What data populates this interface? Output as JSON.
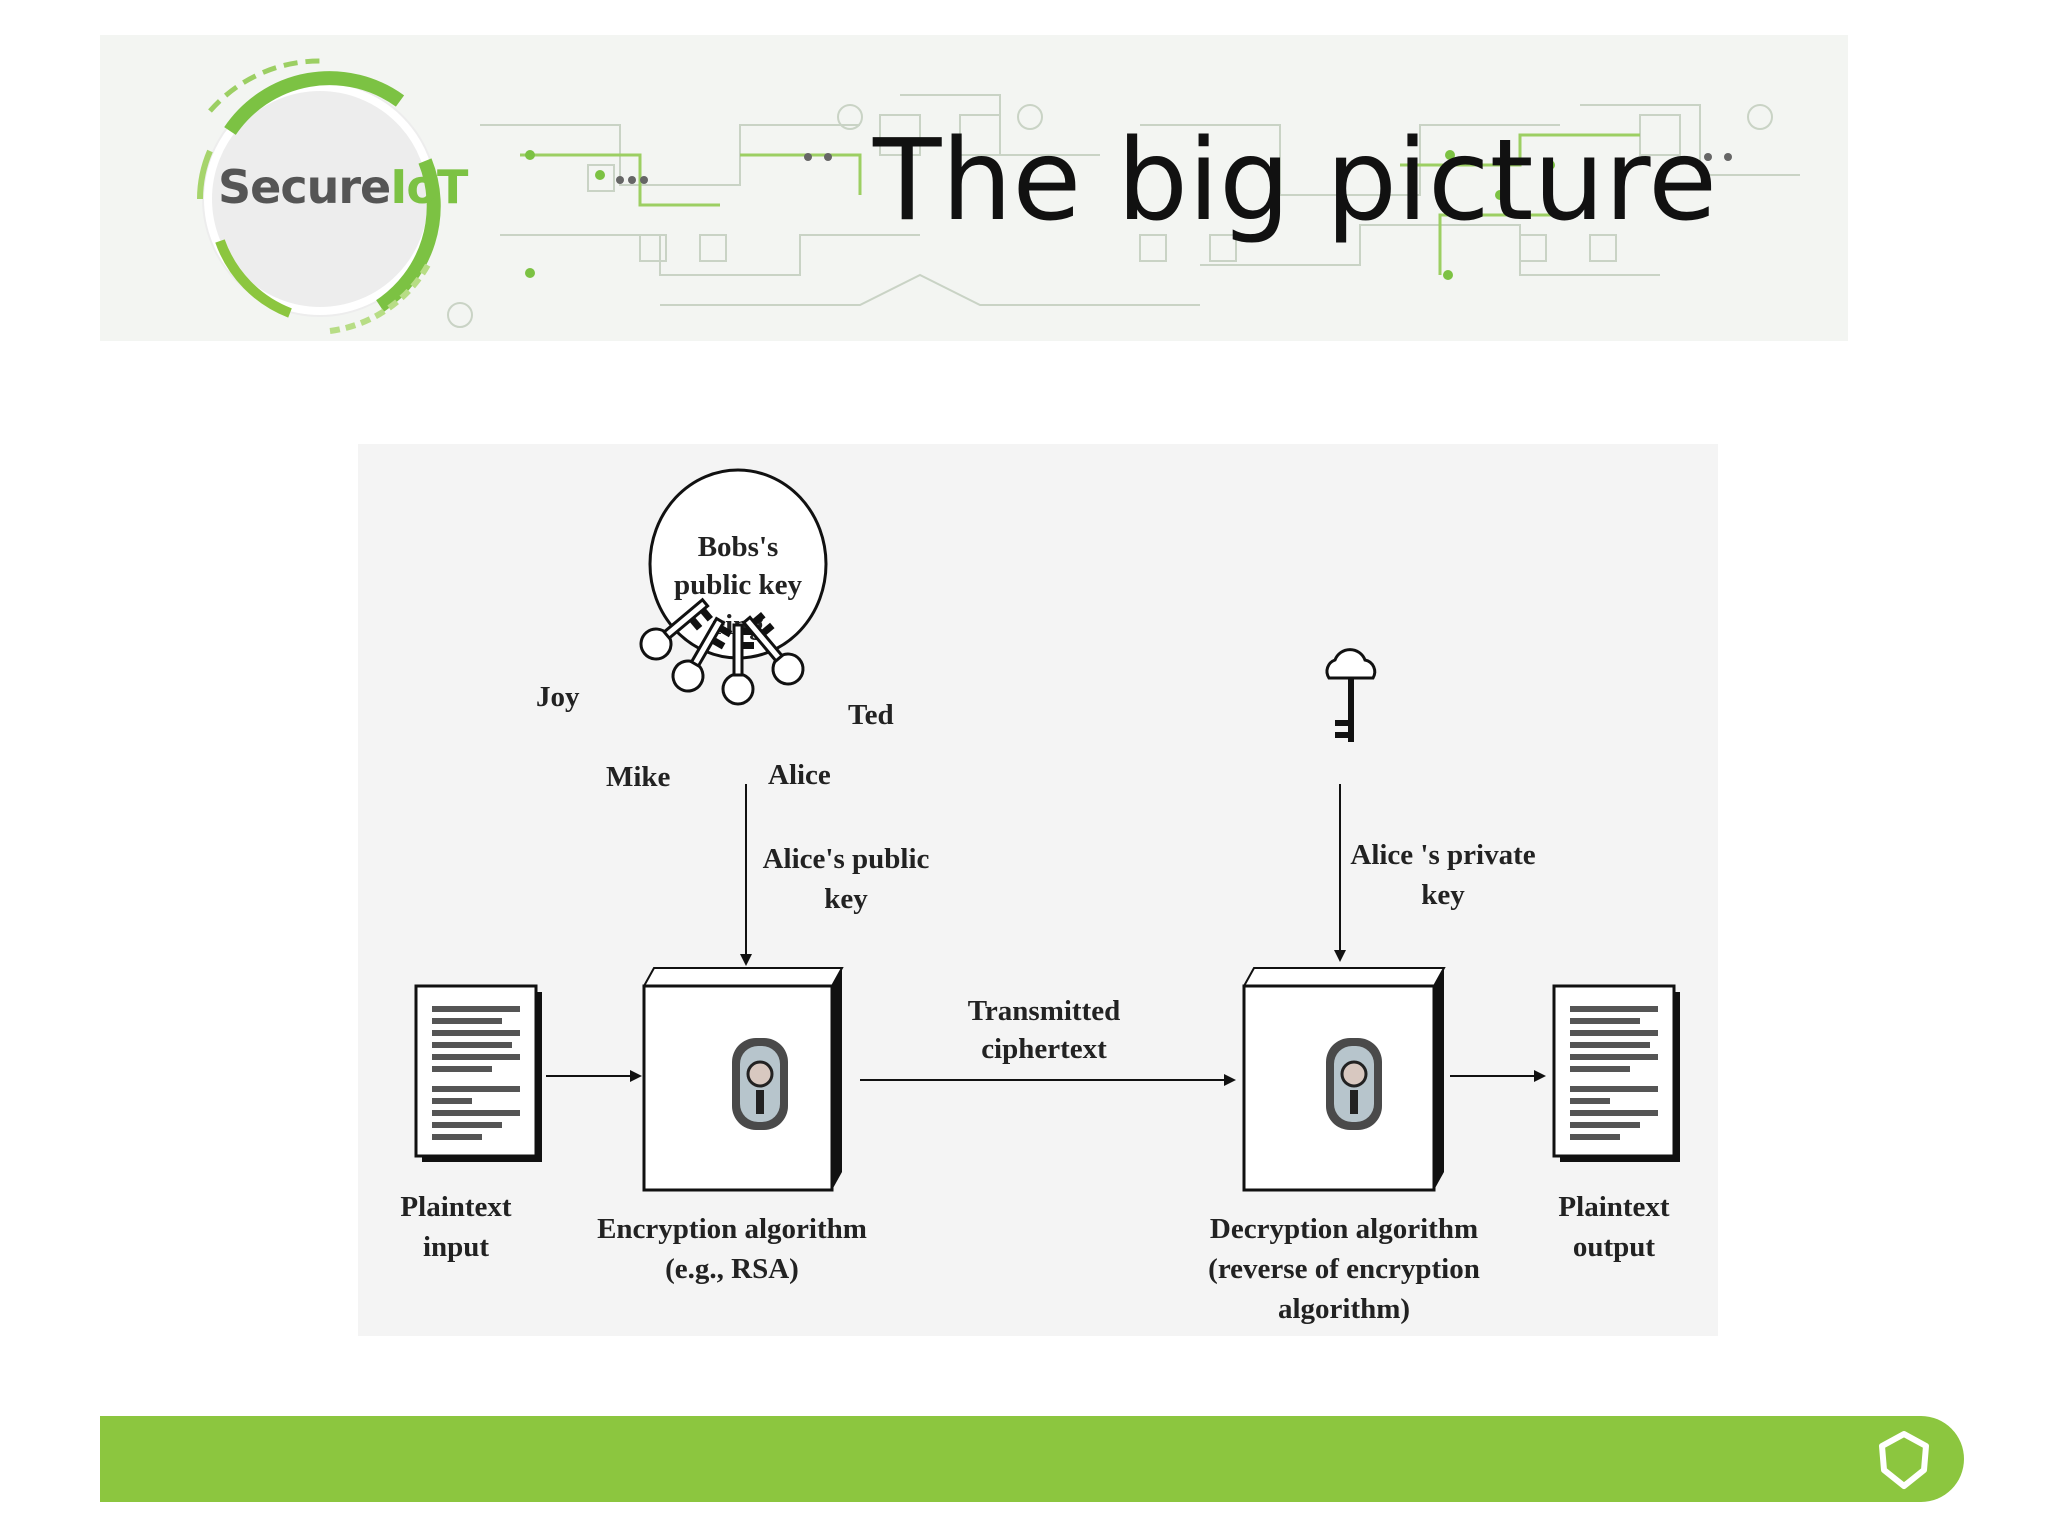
{
  "header": {
    "logo_text_main": "Secure",
    "logo_text_accent": "IoT",
    "title": "The big picture"
  },
  "diagram": {
    "key_ring_label_1": "Bobs's",
    "key_ring_label_2": "public key",
    "key_ring_label_3": "ring",
    "key_joy": "Joy",
    "key_mike": "Mike",
    "key_alice": "Alice",
    "key_ted": "Ted",
    "public_key_label_1": "Alice's public",
    "public_key_label_2": "key",
    "private_key_label_1": "Alice 's private",
    "private_key_label_2": "key",
    "transmitted_1": "Transmitted",
    "transmitted_2": "ciphertext",
    "plaintext_input_1": "Plaintext",
    "plaintext_input_2": "input",
    "encryption_1": "Encryption algorithm",
    "encryption_2": "(e.g., RSA)",
    "decryption_1": "Decryption algorithm",
    "decryption_2": "(reverse of encryption",
    "decryption_3": "algorithm)",
    "plaintext_output_1": "Plaintext",
    "plaintext_output_2": "output"
  },
  "colors": {
    "accent_green": "#8cc63f",
    "logo_green": "#7cc243"
  },
  "icons": {
    "footer": "shield-icon",
    "lock": "keyhole-lock-icon",
    "key": "key-icon",
    "document": "document-icon"
  }
}
